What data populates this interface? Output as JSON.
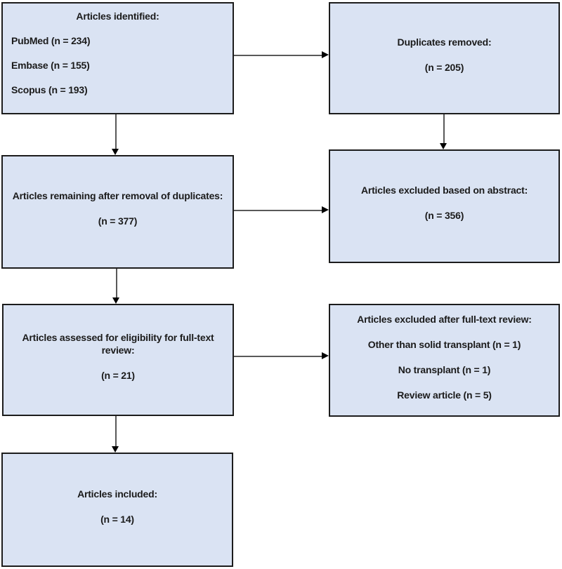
{
  "colors": {
    "background": "#ffffff",
    "box_fill": "#dae3f3",
    "box_border": "#1c1c1c",
    "text": "#1b1b1b",
    "connector_line": "#595959",
    "arrowhead": "#000000"
  },
  "boxes": {
    "identified": {
      "title": "Articles identified:",
      "pubmed": "PubMed (n = 234)",
      "embase": "Embase (n = 155)",
      "scopus": "Scopus (n = 193)"
    },
    "duplicates_removed": {
      "title": "Duplicates removed:",
      "count": "(n = 205)"
    },
    "remaining": {
      "title": "Articles remaining after removal of duplicates:",
      "count": "(n = 377)"
    },
    "excluded_abstract": {
      "title": "Articles excluded based on abstract:",
      "count": "(n = 356)"
    },
    "assessed": {
      "title": "Articles assessed for eligibility for full-text review:",
      "count": "(n = 21)"
    },
    "excluded_fulltext": {
      "title": "Articles excluded after full-text review:",
      "reason1": "Other than solid transplant (n = 1)",
      "reason2": "No transplant (n = 1)",
      "reason3": "Review article (n = 5)"
    },
    "included": {
      "title": "Articles included:",
      "count": "(n = 14)"
    }
  }
}
